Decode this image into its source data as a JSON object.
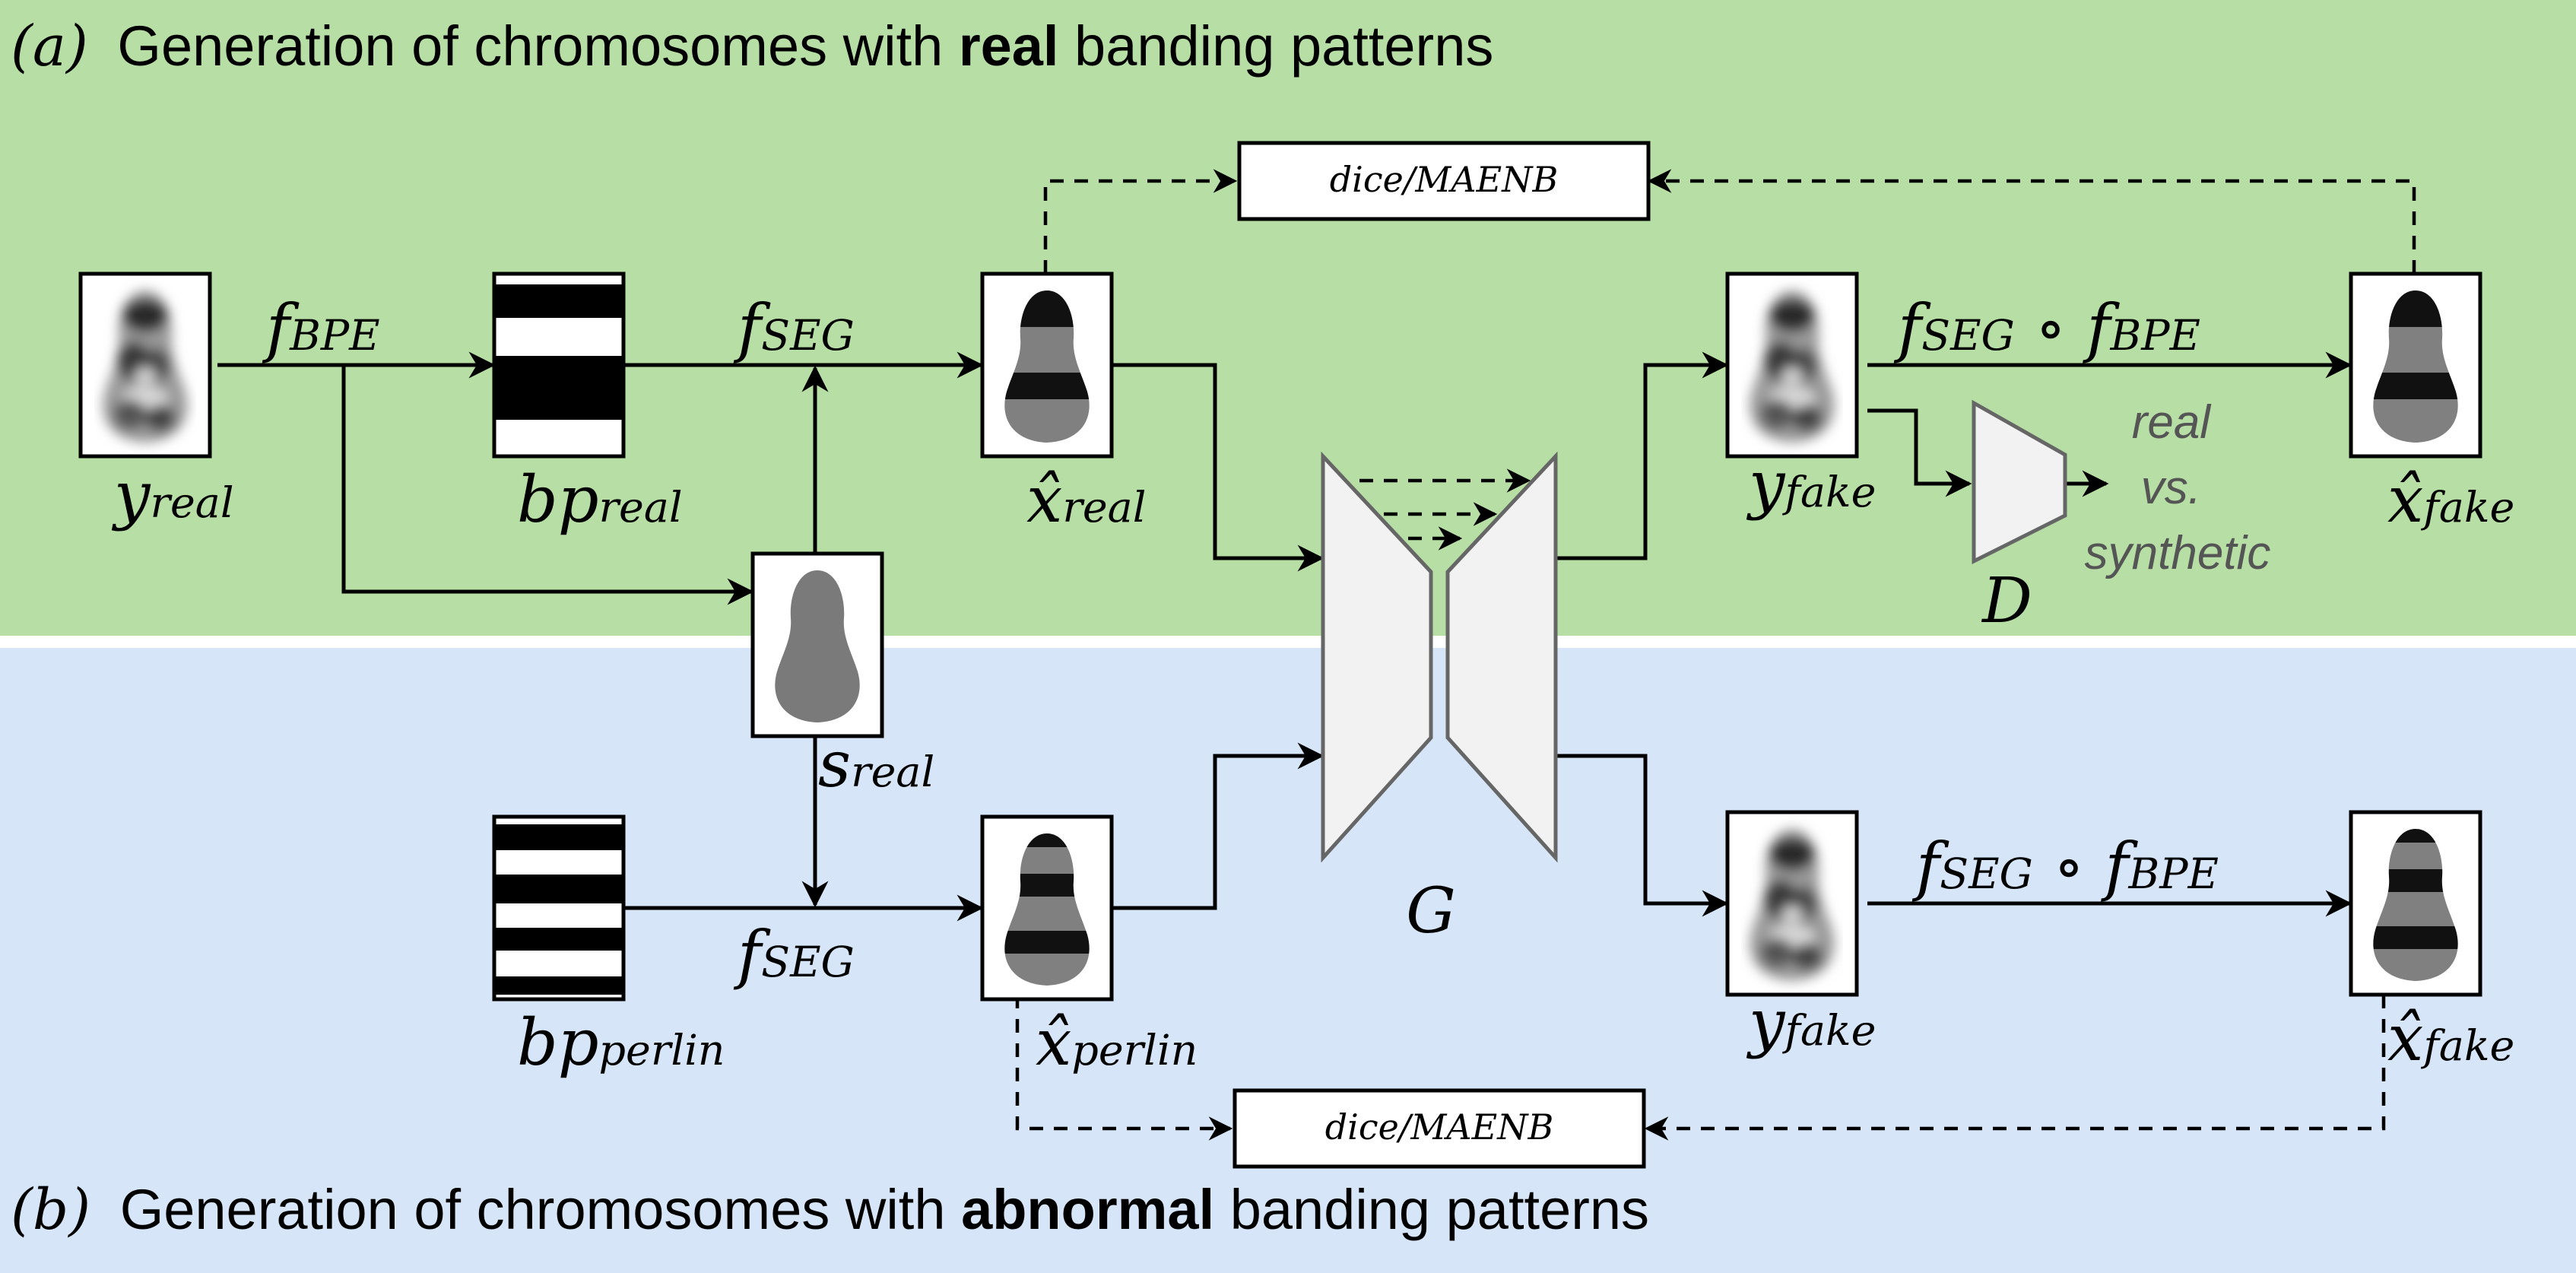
{
  "sections": {
    "a": {
      "label": "(a)",
      "title_pre": "Generation of chromosomes with ",
      "title_bold": "real",
      "title_post": " banding patterns",
      "color": "#b7dfa5"
    },
    "b": {
      "label": "(b)",
      "title_pre": "Generation of chromosomes with ",
      "title_bold": "abnormal",
      "title_post": " banding patterns",
      "color": "#d6e5f7"
    }
  },
  "labels": {
    "y_real": {
      "main": "y",
      "sub": "real"
    },
    "bp_real": {
      "main": "bp",
      "sub": "real"
    },
    "xhat_real": {
      "main": "x̂",
      "sub": "real"
    },
    "s_real": {
      "main": "s",
      "sub": "real"
    },
    "y_fake_top": {
      "main": "y",
      "sub": "fake"
    },
    "xhat_fake_top": {
      "main": "x̂",
      "sub": "fake"
    },
    "bp_perlin": {
      "main": "bp",
      "sub": "perlin"
    },
    "xhat_perlin": {
      "main": "x̂",
      "sub": "perlin"
    },
    "y_fake_bottom": {
      "main": "y",
      "sub": "fake"
    },
    "xhat_fake_bottom": {
      "main": "x̂",
      "sub": "fake"
    }
  },
  "edges": {
    "f_bpe": {
      "main": "f",
      "sub": "BPE"
    },
    "f_seg_top": {
      "main": "f",
      "sub": "SEG"
    },
    "f_seg_bottom": {
      "main": "f",
      "sub": "SEG"
    },
    "compose_top": {
      "a": "f",
      "a_sub": "SEG",
      "op": " ∘ ",
      "b": "f",
      "b_sub": "BPE"
    },
    "compose_bottom": {
      "a": "f",
      "a_sub": "SEG",
      "op": " ∘ ",
      "b": "f",
      "b_sub": "BPE"
    }
  },
  "loss_boxes": {
    "top": "dice/MAENB",
    "bottom": "dice/MAENB"
  },
  "generator": {
    "label": "G"
  },
  "discriminator": {
    "label": "D",
    "output_line1": "real",
    "output_line2": "vs.",
    "output_line3": "synthetic"
  },
  "colors": {
    "line": "#000000",
    "block_fill": "#f2f2f2",
    "block_stroke": "#666666",
    "band_gray": "#808080",
    "band_dark": "#111111",
    "shape_gray": "#7a7a7a",
    "disc_text": "#555555"
  }
}
